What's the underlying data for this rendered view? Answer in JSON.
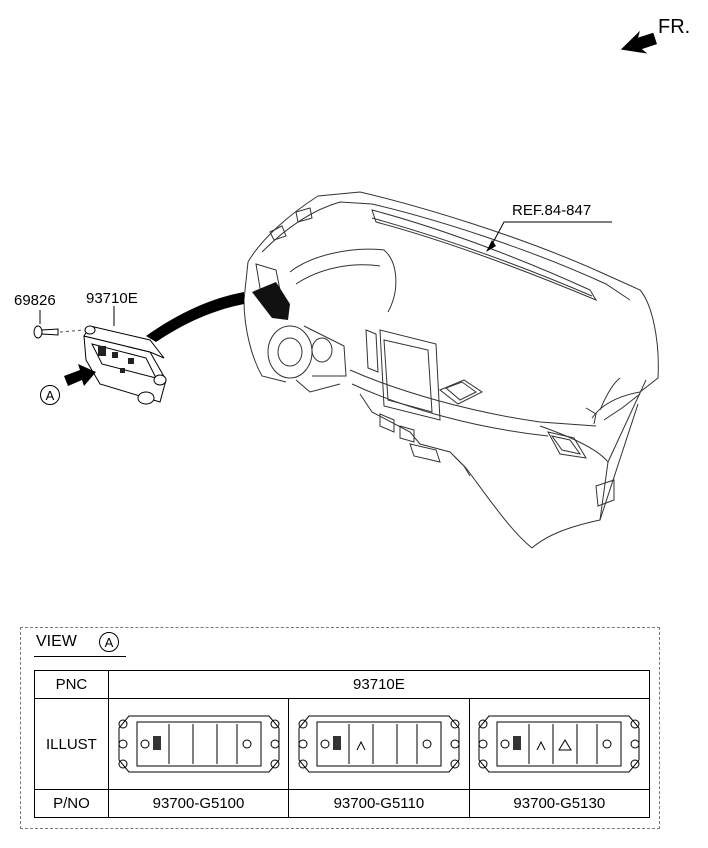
{
  "direction": {
    "label": "FR."
  },
  "callouts": {
    "screw_part": "69826",
    "switch_part": "93710E",
    "ref": "REF.84-847",
    "view_marker": "A"
  },
  "view": {
    "title": "VIEW",
    "marker": "A"
  },
  "table": {
    "headers": {
      "pnc": "PNC",
      "illust": "ILLUST",
      "pno": "P/NO"
    },
    "pnc_value": "93710E",
    "part_numbers": [
      "93700-G5100",
      "93700-G5110",
      "93700-G5130"
    ]
  }
}
